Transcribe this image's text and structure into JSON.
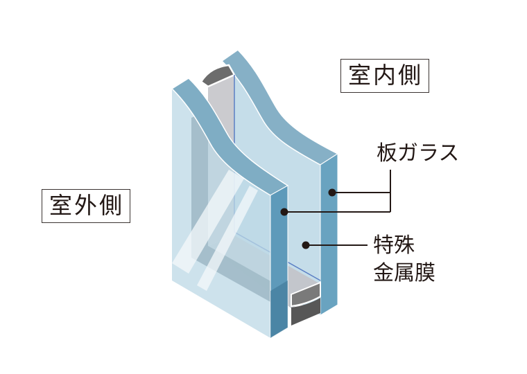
{
  "labels": {
    "interior_side": "室内側",
    "exterior_side": "室外側",
    "plate_glass": "板ガラス",
    "special_metal_film_line1": "特殊",
    "special_metal_film_line2": "金属膜"
  },
  "colors": {
    "glass_edge": "#6aa3c0",
    "glass_face": "#c8dfea",
    "glass_top": "#86b0c6",
    "spacer_dark": "#5e5e5e",
    "spacer_light": "#c9c9cc",
    "film_line": "#5b7fc4",
    "leader": "#231815"
  }
}
